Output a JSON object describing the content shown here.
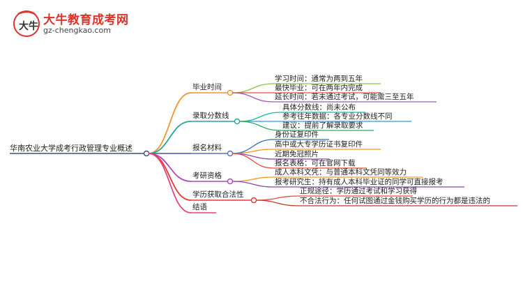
{
  "logo": {
    "mark_text": "大牛",
    "title": "大牛教育成考网",
    "url": "gz-chengkao.com"
  },
  "root": "华南农业大学成考行政管理专业概述",
  "branches": [
    {
      "label": "毕业时间",
      "color": "#f0932b",
      "children": [
        "学习时间：通常为两到五年",
        "最快毕业：可在两年内完成",
        "延长时间：若未通过考试，可能需三至五年"
      ],
      "child_colors": [
        "#8bc34a",
        "#e84c3d",
        "#9b59b6"
      ]
    },
    {
      "label": "录取分数线",
      "color": "#26a69a",
      "children": [
        "具体分数线：尚未公布",
        "参考往年数据：各专业分数线不同",
        "建议：提前了解录取要求"
      ],
      "child_colors": [
        "#1abc9c",
        "#3498db",
        "#27ae60"
      ]
    },
    {
      "label": "报名材料",
      "color": "#5c6bc0",
      "children": [
        "身份证复印件",
        "高中或大专学历证书复印件",
        "近期免冠照片",
        "报名表格：可在官网下载"
      ],
      "child_colors": [
        "#2c6fbb",
        "#f39c12",
        "#8e44ad",
        "#e74c3c"
      ]
    },
    {
      "label": "考研资格",
      "color": "#ab47bc",
      "children": [
        "成人本科文凭：与普通本科文凭同等效力",
        "报考研究生：持有成人本科毕业证的同学可直接报考"
      ],
      "child_colors": [
        "#f39c12",
        "#8e44ad"
      ]
    },
    {
      "label": "学历获取合法性",
      "color": "#e53935",
      "children": [
        "正规途径：学历通过考试和学习获得",
        "不合法行为：任何试图通过金钱购买学历的行为都是违法的"
      ],
      "child_colors": [
        "#e74c3c",
        "#c0392b"
      ]
    },
    {
      "label": "结语",
      "color": "#ec407a",
      "children": [],
      "child_colors": []
    }
  ]
}
